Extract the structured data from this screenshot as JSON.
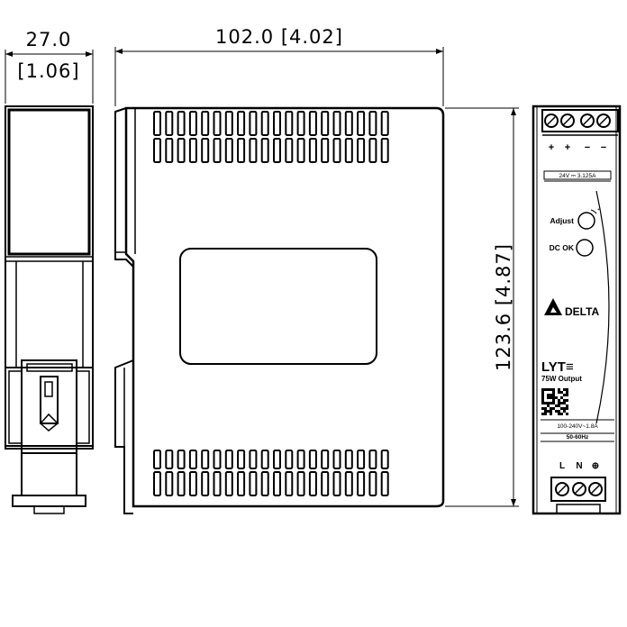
{
  "dimensions": {
    "width_side": "27.0",
    "width_side_inch": "[1.06]",
    "depth": "102.0  [4.02]",
    "height": "123.6  [4.87]"
  },
  "front_panel": {
    "polarity_labels": [
      "+",
      "+",
      "−",
      "−"
    ],
    "output_rating": "24V ⎓ 3.125A",
    "adjust_label": "Adjust",
    "dc_ok_label": "DC OK",
    "brand": "DELTA",
    "series": "LYT≡",
    "output_power": "75W Output",
    "input_rating": "100-240V~1.8A",
    "frequency": "50-60Hz",
    "input_terminals": [
      "L",
      "N",
      "⊕"
    ]
  },
  "colors": {
    "line": "#000000",
    "background": "#ffffff"
  }
}
